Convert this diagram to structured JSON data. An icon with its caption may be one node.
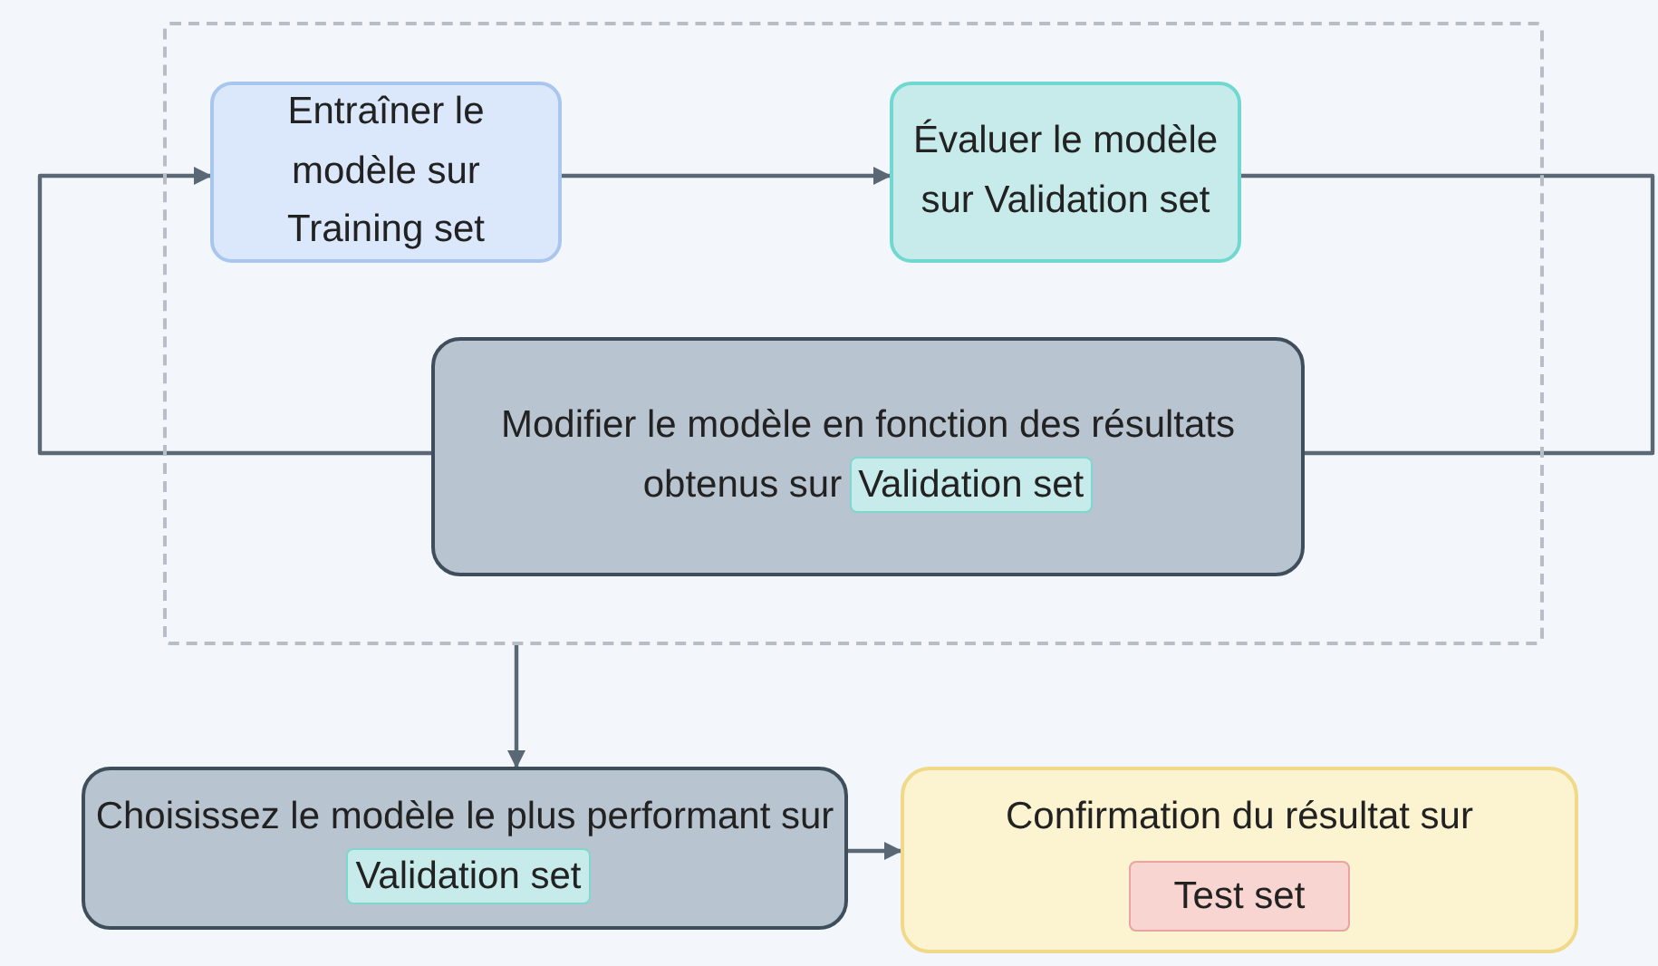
{
  "diagram": {
    "nodes": [
      {
        "text": [],
        "shape": "box"
      },
      {
        "text": [
          "Entraîner le modèle sur Training set"
        ],
        "in": 0
      },
      {
        "text": [
          "Évaluer le modèle sur Validation set"
        ],
        "in": 0
      },
      {
        "text": [
          "Modifier le modèle en fonction des résultats obtenus sur"
        ],
        "in": 0
      },
      {
        "text": [
          "Validation set"
        ],
        "in": 3
      },
      {
        "text": [
          "Choisissez le modèle le plus performant sur"
        ]
      },
      {
        "text": [
          "Validation set"
        ],
        "in": 5
      },
      {
        "text": [
          "Confirmation du résultat sur"
        ]
      },
      {
        "text": [
          "Test set"
        ],
        "in": 7
      }
    ],
    "edges": [
      {
        "from": 1,
        "to": 2,
        "arrow": "to"
      },
      {
        "from": 2,
        "to": 3,
        "arrow": "none"
      },
      {
        "from": 3,
        "to": 1,
        "arrow": "to"
      },
      {
        "from": 0,
        "to": 5,
        "arrow": "to"
      },
      {
        "from": 5,
        "to": 7,
        "arrow": "to"
      }
    ]
  }
}
